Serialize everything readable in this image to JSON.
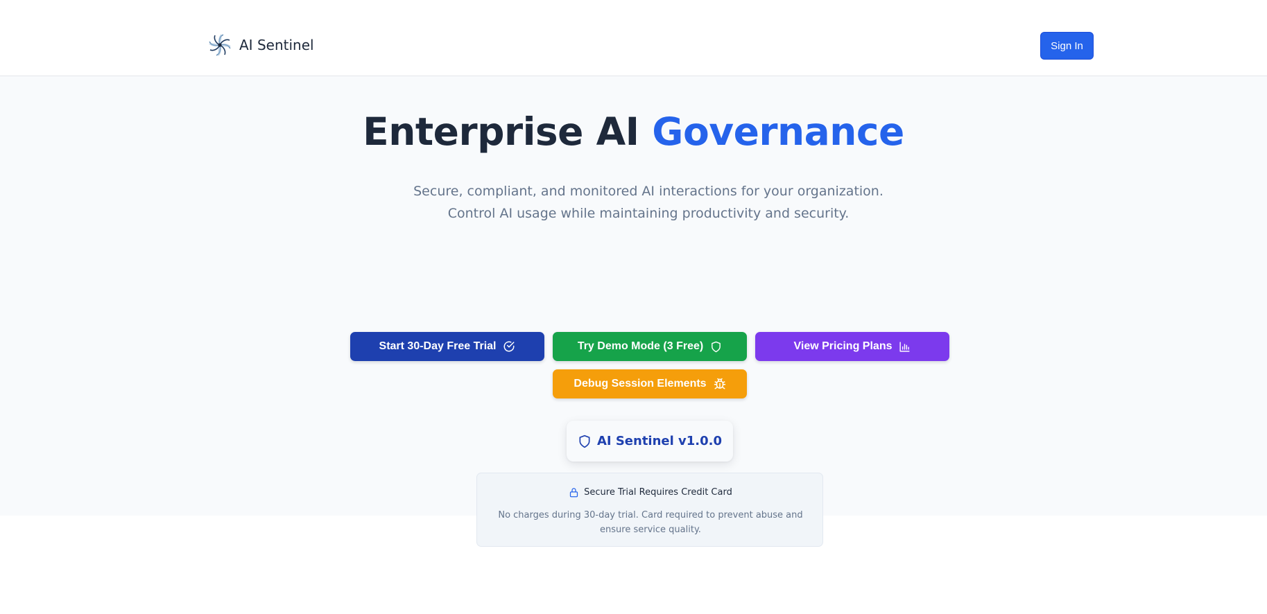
{
  "header": {
    "brand_name": "AI Sentinel",
    "sign_in_label": "Sign In"
  },
  "hero": {
    "title_main": "Enterprise AI ",
    "title_accent": "Governance",
    "subtitle": "Secure, compliant, and monitored AI interactions for your organization. Control AI usage while maintaining productivity and security."
  },
  "actions": {
    "trial": {
      "label": "Start 30-Day Free Trial",
      "icon": "check-circle-icon",
      "color": "#1e40af"
    },
    "demo": {
      "label": "Try Demo Mode (3 Free)",
      "icon": "shield-icon",
      "color": "#16a34a"
    },
    "pricing": {
      "label": "View Pricing Plans",
      "icon": "bar-chart-icon",
      "color": "#7c3aed"
    },
    "debug": {
      "label": "Debug Session Elements",
      "icon": "bug-icon",
      "color": "#f59e0b"
    }
  },
  "version": {
    "label": "AI Sentinel v1.0.0",
    "icon": "shield-icon"
  },
  "notice": {
    "icon": "lock-icon",
    "title": "Secure Trial Requires Credit Card",
    "body": "No charges during 30-day trial. Card required to prevent abuse and ensure service quality."
  },
  "colors": {
    "accent": "#2563eb",
    "heading": "#1e293b",
    "muted": "#64748b",
    "hero_bg": "#f8fafc"
  }
}
